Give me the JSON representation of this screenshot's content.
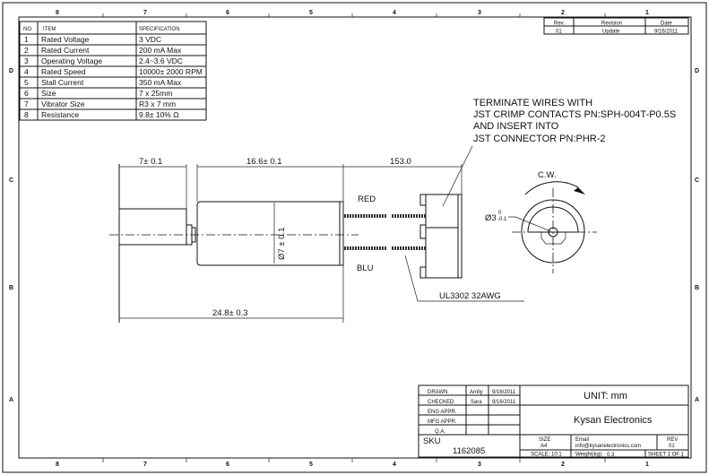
{
  "zones": {
    "columns": [
      "8",
      "7",
      "6",
      "5",
      "4",
      "3",
      "2",
      "1"
    ],
    "rows": [
      "D",
      "C",
      "B",
      "A"
    ]
  },
  "spec_table": {
    "headers": [
      "NO.",
      "ITEM",
      "SPECIFICATION"
    ],
    "rows": [
      {
        "no": "1",
        "item": "Rated Voltage",
        "spec": "3 VDC"
      },
      {
        "no": "2",
        "item": "Rated Current",
        "spec": "200 mA Max"
      },
      {
        "no": "3",
        "item": "Operating Voltage",
        "spec": "2.4~3.6 VDC"
      },
      {
        "no": "4",
        "item": "Rated Speed",
        "spec": "10000± 2000 RPM"
      },
      {
        "no": "5",
        "item": "Stall Current",
        "spec": "350 mA Max"
      },
      {
        "no": "6",
        "item": " Size",
        "spec": "7 x 25mm"
      },
      {
        "no": "7",
        "item": "Vibrator Size",
        "spec": "R3 x 7 mm"
      },
      {
        "no": "8",
        "item": "Resistance",
        "spec": "9.8± 10% Ω"
      }
    ]
  },
  "revision_table": {
    "headers": [
      "Rev.",
      "Revision",
      "Date"
    ],
    "row": {
      "rev": "01",
      "revision": "Update",
      "date": "9/16/2011"
    }
  },
  "drawing": {
    "note_lines": [
      "TERMINATE WIRES WITH",
      "JST CRIMP CONTACTS PN:SPH-004T-P0.5S",
      "AND INSERT INTO",
      "JST CONNECTOR PN:PHR-2"
    ],
    "dim_weight": "7± 0.1",
    "dim_body": "16.6± 0.1",
    "dim_wire": "153.0",
    "dim_total": "24.8± 0.3",
    "dim_diameter": "Ø7 ± 0.1",
    "wire_red": "RED",
    "wire_blue": "BLU",
    "wire_spec": "UL3302 32AWG",
    "rotation": "C.W.",
    "shaft_dia": "Ø3",
    "shaft_tol_upper": "0",
    "shaft_tol_lower": "-0.1"
  },
  "title_block": {
    "drawn_label": "DRAWN",
    "drawn_by": "Amily",
    "drawn_date": "9/16/2011",
    "checked_label": "CHECKED",
    "checked_by": "Sara",
    "checked_date": "9/16/2011",
    "eng_label": "ENG APPR.",
    "mfg_label": "MFG APPR.",
    "qa_label": "Q.A.",
    "unit": "UNIT: mm",
    "company": "Kysan Electronics",
    "sku_label": "SKU",
    "sku": "1162085",
    "size_label": "SIZE",
    "size": "A4",
    "email_label": "Email",
    "email": "info@kysanelectronics.com",
    "rev_label": "REV",
    "rev": "01",
    "scale": "SCALE: 10:1",
    "weight_label": "Weight(kg):",
    "weight": "0.3",
    "sheet": "SHEET 1 OF 1"
  }
}
